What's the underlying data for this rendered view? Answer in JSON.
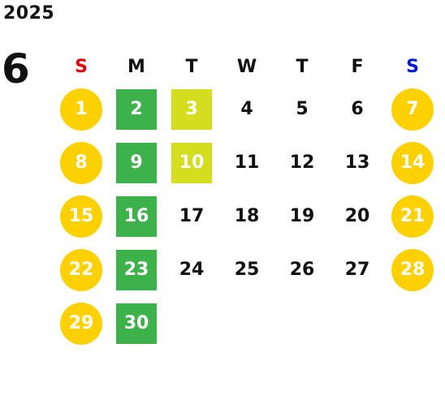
{
  "year": "2025",
  "month": "6",
  "weekdays": [
    "S",
    "M",
    "T",
    "W",
    "T",
    "F",
    "S"
  ],
  "weeks": [
    [
      "1",
      "2",
      "3",
      "4",
      "5",
      "6",
      "7"
    ],
    [
      "8",
      "9",
      "10",
      "11",
      "12",
      "13",
      "14"
    ],
    [
      "15",
      "16",
      "17",
      "18",
      "19",
      "20",
      "21"
    ],
    [
      "22",
      "23",
      "24",
      "25",
      "26",
      "27",
      "28"
    ],
    [
      "29",
      "30",
      "",
      "",
      "",
      "",
      ""
    ]
  ],
  "colors": {
    "sunday_label": "#e8000b",
    "saturday_label": "#0018d8",
    "weekend_circle": "#fdd000",
    "green_day": "#3db24a",
    "lime_day": "#d4dd1e"
  }
}
